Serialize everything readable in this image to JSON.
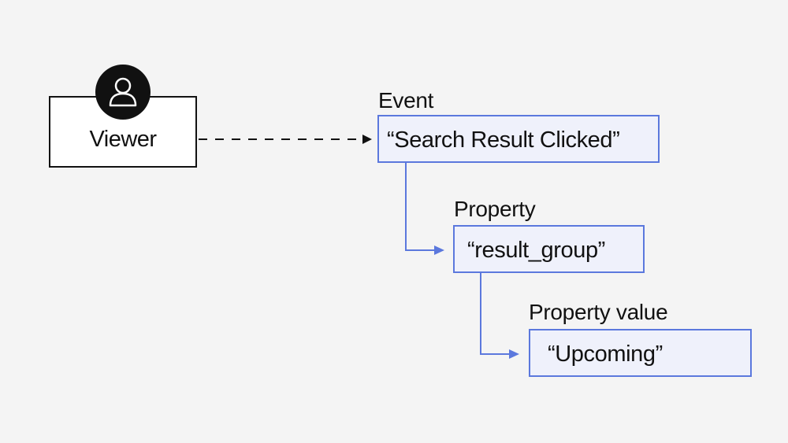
{
  "actor": {
    "label": "Viewer",
    "icon": "user-icon"
  },
  "nodes": {
    "event": {
      "heading": "Event",
      "value": "“Search Result Clicked”"
    },
    "property": {
      "heading": "Property",
      "value": "“result_group”"
    },
    "property_value": {
      "heading": "Property value",
      "value": "“Upcoming”"
    }
  },
  "colors": {
    "background": "#f4f4f4",
    "accent": "#5b78dd",
    "box_fill": "#eff1fb",
    "ink": "#111111"
  }
}
